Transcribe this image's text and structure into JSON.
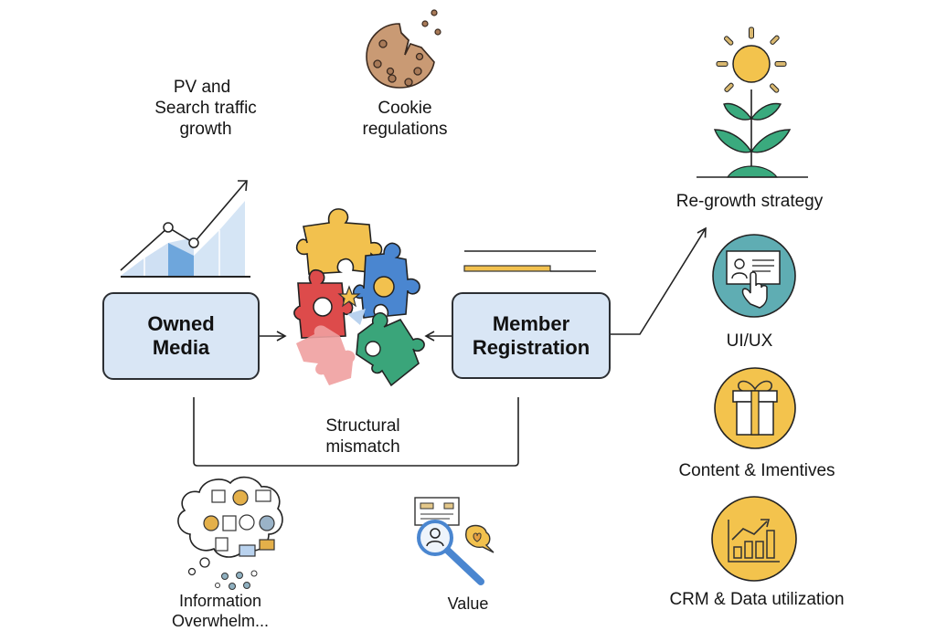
{
  "diagram": {
    "nodes": {
      "owned_media": {
        "line1": "Owned",
        "line2": "Media"
      },
      "member_registration": {
        "line1": "Member",
        "line2": "Registration"
      }
    },
    "labels": {
      "pv_growth": {
        "line1": "PV and",
        "line2": "Search traffic",
        "line3": "growth"
      },
      "cookie": {
        "line1": "Cookie",
        "line2": "regulations"
      },
      "structural_mismatch": {
        "line1": "Structural",
        "line2": "mismatch"
      },
      "information": {
        "line1": "Information",
        "line2": "Overwhelm..."
      },
      "value": "Value"
    },
    "strategy": {
      "title": "Re-growth strategy",
      "items": [
        {
          "label": "UI/UX",
          "icon": "touch-screen-icon"
        },
        {
          "label": "Content & Imentives",
          "icon": "gift-icon"
        },
        {
          "label": "CRM & Data utilization",
          "icon": "growth-chart-icon"
        }
      ]
    },
    "colors": {
      "box_fill": "#d9e6f5",
      "teal": "#5fadb3",
      "gold": "#f3c34d",
      "leaf_green": "#3aaa7e",
      "puzzle_yellow": "#f2c14e",
      "puzzle_blue": "#4a86d0",
      "puzzle_red": "#dd4b4b",
      "puzzle_pink": "#f0a0a0",
      "puzzle_green": "#3aa57a",
      "cookie": "#c99a74"
    }
  }
}
